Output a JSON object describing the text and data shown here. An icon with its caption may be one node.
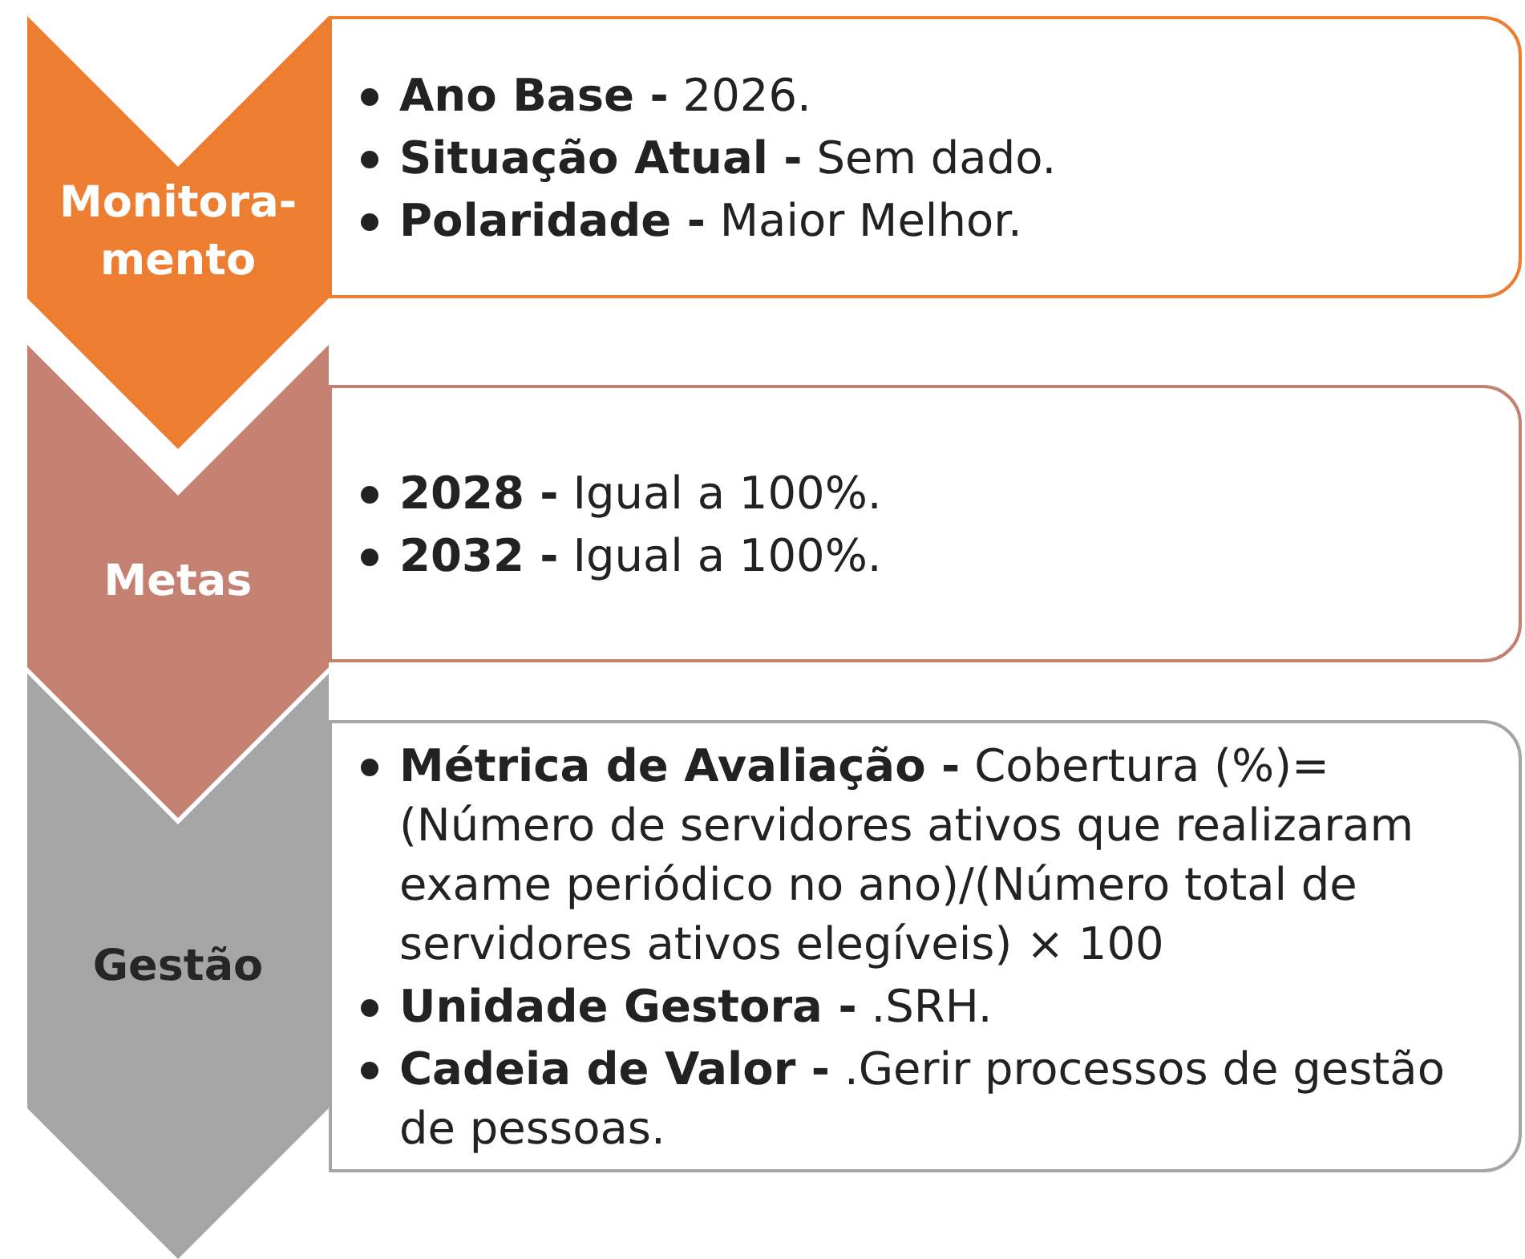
{
  "diagram": {
    "nodes": [
      {
        "text": [
          "Monitora-mento"
        ]
      },
      {
        "text": [
          "**Ano Base -** 2026.",
          "**Situação Atual -** Sem dado.",
          "**Polaridade -** Maior Melhor."
        ]
      },
      {
        "text": [
          "Metas"
        ]
      },
      {
        "text": [
          "**2028 -** Igual a 100%.",
          "**2032 -** Igual a 100%."
        ]
      },
      {
        "text": [
          "Gestão"
        ]
      },
      {
        "text": [
          "**Métrica de Avaliação -** Cobertura (%)= (Número de servidores ativos que realizaram exame periódico no ano)/(Número total de servidores ativos elegíveis) × 100",
          "**Unidade Gestora -** .SRH.",
          "**Cadeia de Valor -** .Gerir processos de gestão de pessoas."
        ]
      }
    ]
  }
}
